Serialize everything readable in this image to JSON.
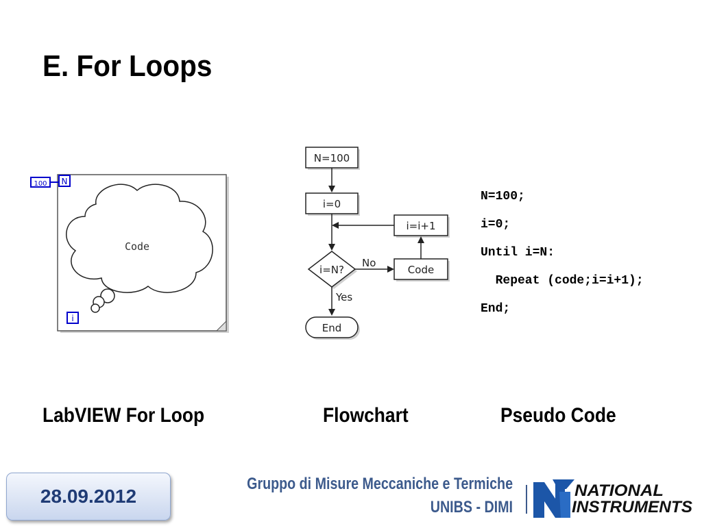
{
  "slide": {
    "title": "E. For Loops"
  },
  "labview": {
    "count_terminal": "100",
    "n_label": "N",
    "i_label": "i",
    "code_label": "Code"
  },
  "flowchart": {
    "n_box": "N=100",
    "i_box": "i=0",
    "inc_box": "i=i+1",
    "decision": "i=N?",
    "no_label": "No",
    "yes_label": "Yes",
    "code_box": "Code",
    "end_box": "End"
  },
  "pseudo_code": {
    "lines": [
      "N=100;",
      "i=0;",
      "Until i=N:",
      "  Repeat (code;i=i+1);",
      "End;"
    ]
  },
  "captions": {
    "labview": "LabVIEW For Loop",
    "flowchart": "Flowchart",
    "pseudo": "Pseudo Code"
  },
  "footer": {
    "date": "28.09.2012",
    "group": "Gruppo di Misure Meccaniche e Termiche",
    "dept": "UNIBS - DIMI",
    "logo_line1": "NATIONAL",
    "logo_line2": "INSTRUMENTS"
  },
  "colors": {
    "accent": "#3c5a8c",
    "terminal_blue": "#0000cc"
  }
}
